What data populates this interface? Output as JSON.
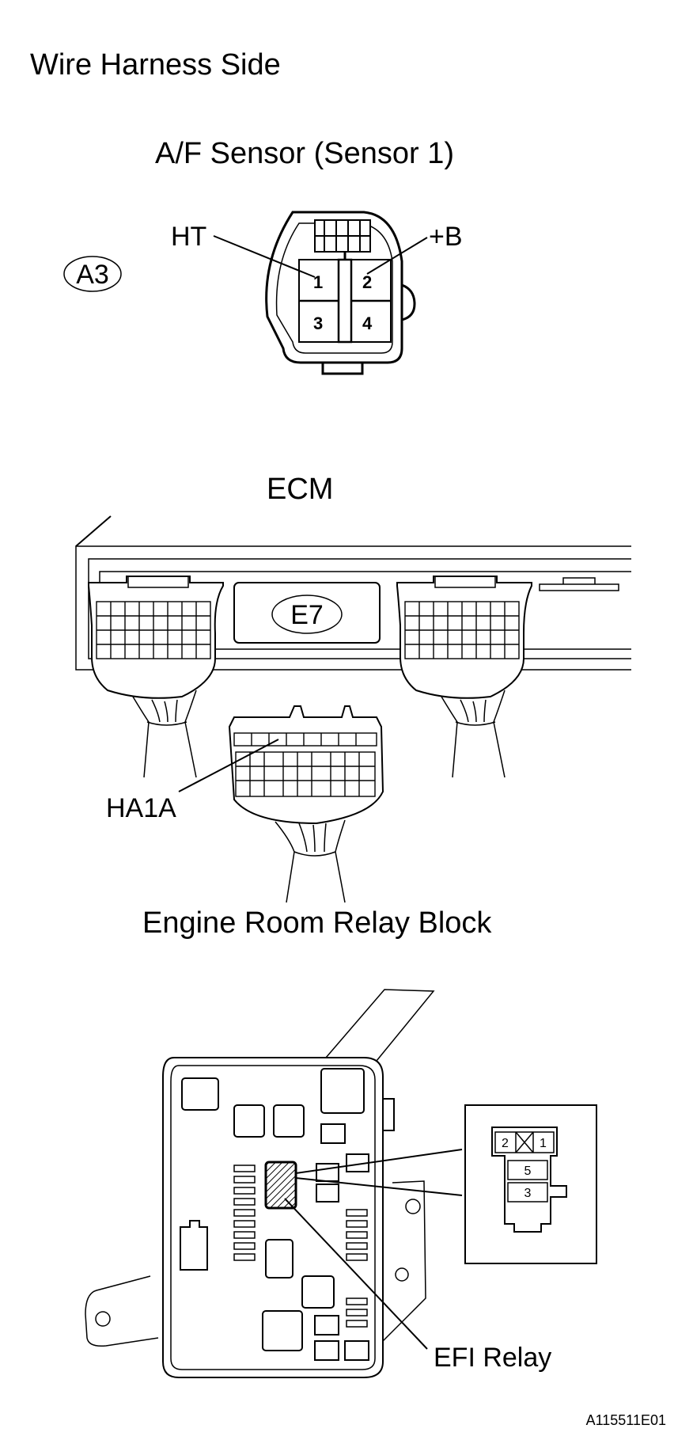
{
  "header": {
    "title": "Wire Harness Side"
  },
  "af_sensor": {
    "title": "A/F Sensor (Sensor 1)",
    "connector_code": "A3",
    "pins": [
      "1",
      "2",
      "3",
      "4"
    ],
    "callout_left": "HT",
    "callout_right": "+B"
  },
  "ecm": {
    "title": "ECM",
    "connector_code": "E7"
  },
  "relay_block": {
    "connector_label": "HA1A",
    "title": "Engine Room Relay Block",
    "relay_pins": [
      "2",
      "1",
      "5",
      "3"
    ],
    "relay_label": "EFI Relay"
  },
  "footer": {
    "ref_code": "A115511E01"
  }
}
